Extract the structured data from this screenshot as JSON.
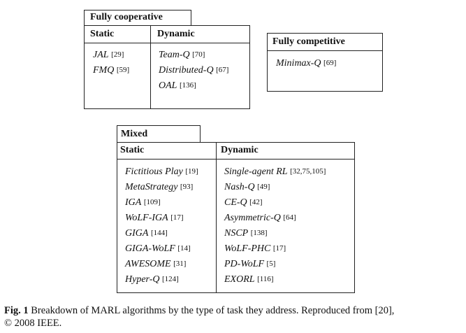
{
  "fully_cooperative": {
    "title": "Fully cooperative",
    "static": {
      "header": "Static",
      "items": [
        {
          "name": "JAL",
          "ref": "[29]"
        },
        {
          "name": "FMQ",
          "ref": "[59]"
        }
      ]
    },
    "dynamic": {
      "header": "Dynamic",
      "items": [
        {
          "name": "Team-Q",
          "ref": "[70]"
        },
        {
          "name": "Distributed-Q",
          "ref": "[67]"
        },
        {
          "name": "OAL",
          "ref": "[136]"
        }
      ]
    }
  },
  "fully_competitive": {
    "title": "Fully competitive",
    "items": [
      {
        "name": "Minimax-Q",
        "ref": "[69]"
      }
    ]
  },
  "mixed": {
    "title": "Mixed",
    "static": {
      "header": "Static",
      "items": [
        {
          "name": "Fictitious Play",
          "ref": "[19]"
        },
        {
          "name": "MetaStrategy",
          "ref": "[93]"
        },
        {
          "name": "IGA",
          "ref": "[109]"
        },
        {
          "name": "WoLF-IGA",
          "ref": "[17]"
        },
        {
          "name": "GIGA",
          "ref": "[144]"
        },
        {
          "name": "GIGA-WoLF",
          "ref": "[14]"
        },
        {
          "name": "AWESOME",
          "ref": "[31]"
        },
        {
          "name": "Hyper-Q",
          "ref": "[124]"
        }
      ]
    },
    "dynamic": {
      "header": "Dynamic",
      "items": [
        {
          "name": "Single-agent RL",
          "ref": "[32,75,105]"
        },
        {
          "name": "Nash-Q",
          "ref": "[49]"
        },
        {
          "name": "CE-Q",
          "ref": "[42]"
        },
        {
          "name": "Asymmetric-Q",
          "ref": "[64]"
        },
        {
          "name": "NSCP",
          "ref": "[138]"
        },
        {
          "name": "WoLF-PHC",
          "ref": "[17]"
        },
        {
          "name": "PD-WoLF",
          "ref": "[5]"
        },
        {
          "name": "EXORL",
          "ref": "[116]"
        }
      ]
    }
  },
  "caption": {
    "label": "Fig. 1",
    "text": "Breakdown of MARL algorithms by the type of task they address. Reproduced from [20],",
    "text2": "© 2008 IEEE."
  }
}
